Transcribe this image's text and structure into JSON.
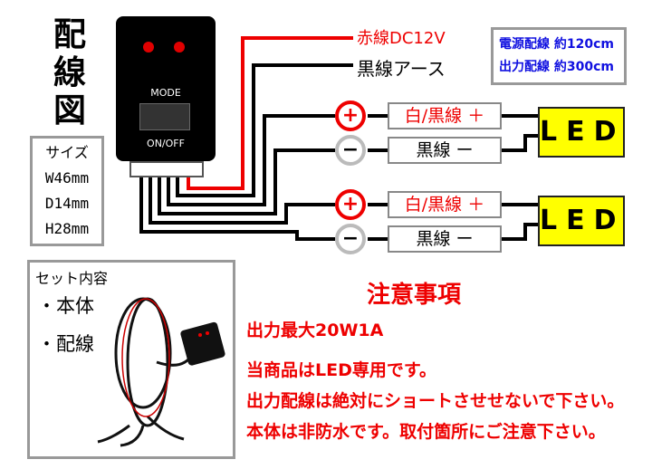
{
  "title": [
    "配",
    "線",
    "図"
  ],
  "switch": {
    "mode_label": "MODE",
    "onoff_label": "ON/OFF"
  },
  "wires": {
    "red": "赤線DC12V",
    "black": "黒線アース"
  },
  "lengths": {
    "power": "電源配線 約120cm",
    "output": "出力配線 約300cm"
  },
  "size": {
    "label": "サイズ",
    "w": "W46mm",
    "d": "D14mm",
    "h": "H28mm"
  },
  "outputs": [
    {
      "plus_symbol": "+",
      "minus_symbol": "−",
      "plus_label": "白/黒線 ＋",
      "minus_label": "黒線 ー",
      "led": "LED"
    },
    {
      "plus_symbol": "+",
      "minus_symbol": "−",
      "plus_label": "白/黒線 ＋",
      "minus_label": "黒線 ー",
      "led": "LED"
    }
  ],
  "kit": {
    "title": "セット内容",
    "items": [
      "・本体",
      "・配線"
    ]
  },
  "notes": {
    "title": "注意事項",
    "items": [
      "出力最大20W1A",
      "当商品はLED専用です。",
      "出力配線は絶対にショートさせせないで下さい。",
      "本体は非防水です。取付箇所にご注意下さい。"
    ]
  },
  "colors": {
    "red": "#e00000",
    "blue": "#1010e0",
    "led": "#ffff00"
  }
}
